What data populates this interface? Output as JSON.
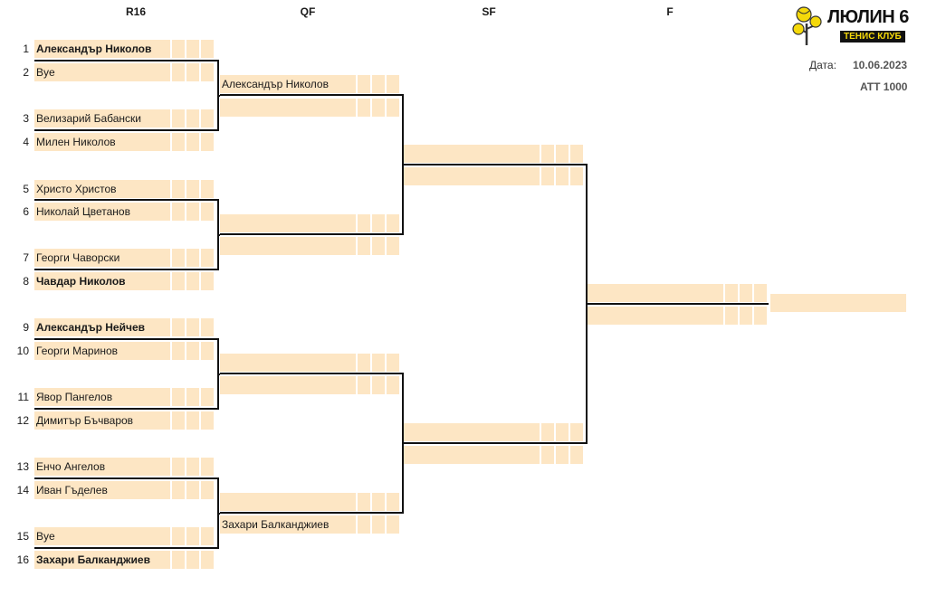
{
  "rounds": [
    "R16",
    "QF",
    "SF",
    "F"
  ],
  "brand": {
    "title": "ЛЮЛИН 6",
    "subtitle": "ТЕНИС КЛУБ"
  },
  "meta": {
    "date_label": "Дата:",
    "date": "10.06.2023",
    "category": "ATT 1000"
  },
  "r16": [
    {
      "seed": "1",
      "name": "Александър Николов",
      "bold": true
    },
    {
      "seed": "2",
      "name": "Bye",
      "bold": false
    },
    {
      "seed": "3",
      "name": "Велизарий Бабански",
      "bold": false
    },
    {
      "seed": "4",
      "name": "Милен Николов",
      "bold": false
    },
    {
      "seed": "5",
      "name": "Христо Христов",
      "bold": false
    },
    {
      "seed": "6",
      "name": "Николай Цветанов",
      "bold": false
    },
    {
      "seed": "7",
      "name": "Георги Чаворски",
      "bold": false
    },
    {
      "seed": "8",
      "name": "Чавдар Николов",
      "bold": true
    },
    {
      "seed": "9",
      "name": "Александър Нейчев",
      "bold": true
    },
    {
      "seed": "10",
      "name": "Георги Маринов",
      "bold": false
    },
    {
      "seed": "11",
      "name": "Явор Пангелов",
      "bold": false
    },
    {
      "seed": "12",
      "name": "Димитър Бъчваров",
      "bold": false
    },
    {
      "seed": "13",
      "name": "Енчо Ангелов",
      "bold": false
    },
    {
      "seed": "14",
      "name": "Иван Гъделев",
      "bold": false
    },
    {
      "seed": "15",
      "name": "Bye",
      "bold": false
    },
    {
      "seed": "16",
      "name": "Захари Балканджиев",
      "bold": true
    }
  ],
  "qf": [
    "Александър Николов",
    "",
    "",
    "",
    "",
    "",
    "",
    "Захари Балканджиев"
  ],
  "sf": [
    "",
    "",
    "",
    ""
  ],
  "f": [
    "",
    ""
  ],
  "champion": ""
}
